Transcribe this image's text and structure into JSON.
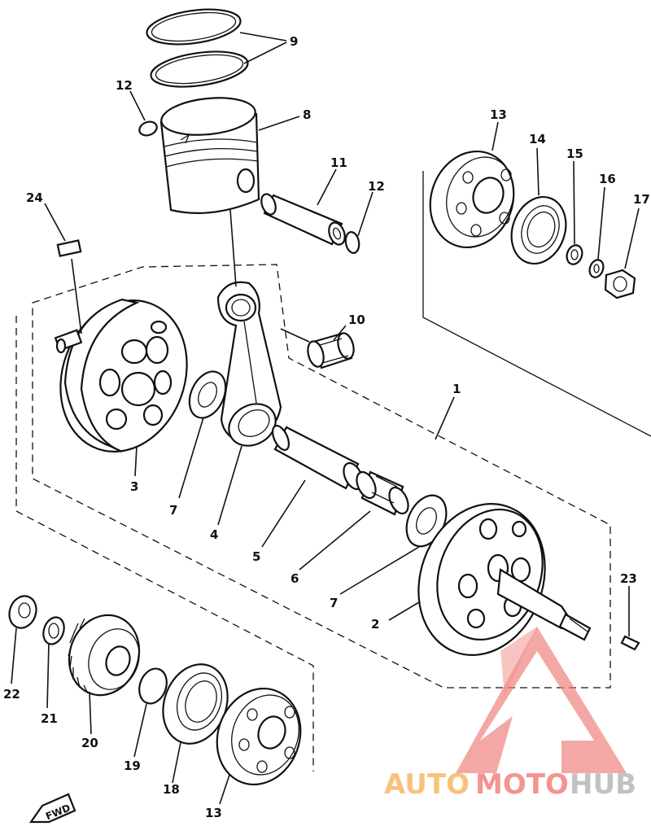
{
  "callouts": {
    "c1": "1",
    "c2": "2",
    "c3": "3",
    "c4": "4",
    "c5": "5",
    "c6": "6",
    "c7a": "7",
    "c7b": "7",
    "c8": "8",
    "c9": "9",
    "c10": "10",
    "c11": "11",
    "c12a": "12",
    "c12b": "12",
    "c13a": "13",
    "c13b": "13",
    "c14": "14",
    "c15": "15",
    "c16": "16",
    "c17": "17",
    "c18": "18",
    "c19": "19",
    "c20": "20",
    "c21": "21",
    "c22": "22",
    "c23": "23",
    "c24": "24"
  },
  "fwd_label": "FWD",
  "watermark": {
    "auto": "AUTO",
    "moto": "MOTO",
    "hub": "HUB",
    "color_auto": "#f6b867",
    "color_moto": "#f0837c",
    "color_hub": "#b8b8b8",
    "mark_color": "#ee7f7a"
  }
}
